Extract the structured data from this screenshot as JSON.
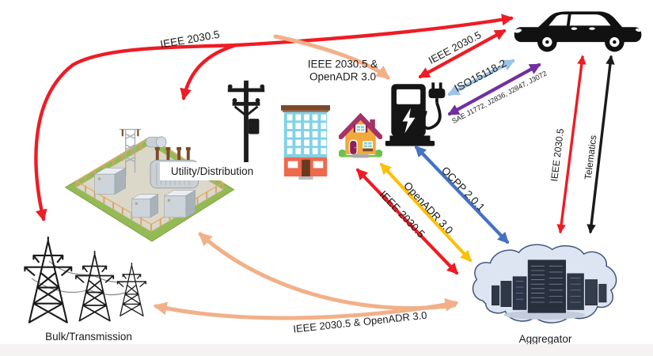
{
  "colors": {
    "red": "#ee1c24",
    "peach": "#f2b088",
    "gold": "#fdc008",
    "blue": "#4472c4",
    "lblue": "#9dc3e6",
    "purple": "#7030a0",
    "ink": "#1a1a1a",
    "cloud_fill": "#dde4f2",
    "cloud_stroke": "#44587c"
  },
  "nodes": {
    "utility": {
      "label": "Utility/Distribution"
    },
    "bulk": {
      "label": "Bulk/Transmission"
    },
    "aggregator": {
      "label": "Aggregator"
    }
  },
  "links": {
    "utility_car_ieee": {
      "label": "IEEE 2030.5"
    },
    "feed_line1": {
      "label": "IEEE 2030.5 &"
    },
    "feed_line2": {
      "label": "OpenADR 3.0"
    },
    "charger_car_ieee": {
      "label": "IEEE 2030.5"
    },
    "iso": {
      "label": "ISO15118-2"
    },
    "sae": {
      "label": "SAE J1772, J2836, J2847, J3072"
    },
    "ocpp": {
      "label": "OCPP 2.0.1"
    },
    "openadr": {
      "label": "OpenADR 3.0"
    },
    "house_cloud_ieee": {
      "label": "IEEE 2030.5"
    },
    "car_cloud_ieee": {
      "label": "IEEE 2030.5"
    },
    "telematics": {
      "label": "Telematics"
    },
    "bulk_cloud": {
      "label": "IEEE 2030.5 & OpenADR 3.0"
    }
  }
}
